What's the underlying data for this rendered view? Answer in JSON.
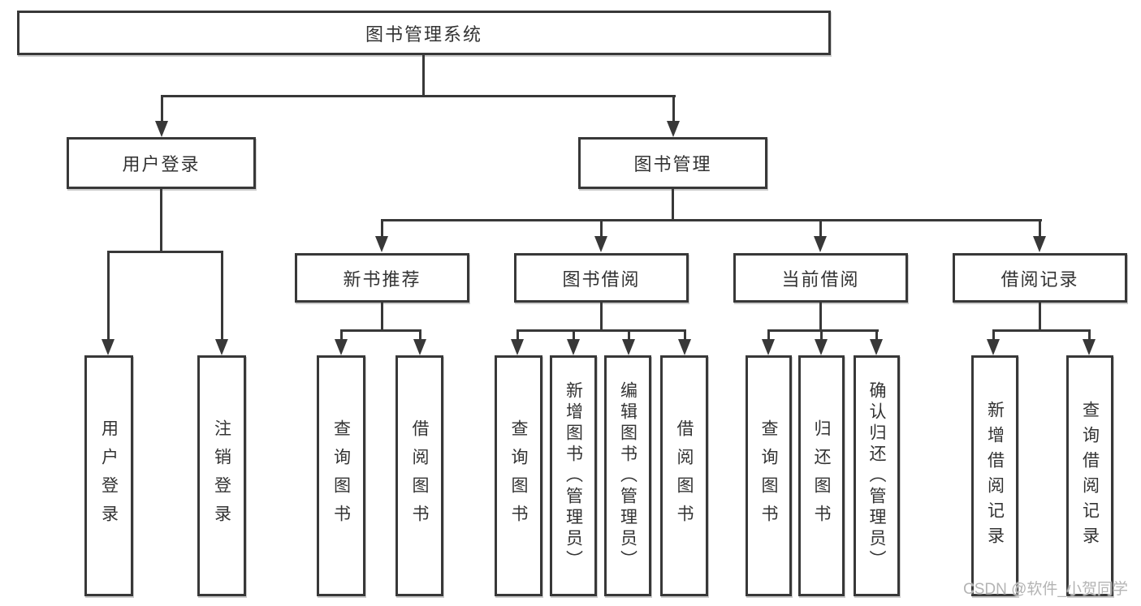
{
  "diagram": {
    "root": {
      "label": "图书管理系统"
    },
    "level1": [
      {
        "label": "用户登录"
      },
      {
        "label": "图书管理"
      }
    ],
    "level2": [
      {
        "label": "新书推荐"
      },
      {
        "label": "图书借阅"
      },
      {
        "label": "当前借阅"
      },
      {
        "label": "借阅记录"
      }
    ],
    "leaves": {
      "user_login": [
        "用户登录",
        "注销登录"
      ],
      "new_book": [
        "查询图书",
        "借阅图书"
      ],
      "book_borrow": [
        "查询图书",
        "新增图书（管理员）",
        "编辑图书（管理员）",
        "借阅图书"
      ],
      "current_borrow": [
        "查询图书",
        "归还图书",
        "确认归还（管理员）"
      ],
      "borrow_record": [
        "新增借阅记录",
        "查询借阅记录"
      ]
    },
    "watermark": "CSDN @软件_小贺同学",
    "colors": {
      "line": "#383838",
      "box_border": "#383838",
      "text": "#333333",
      "watermark": "#b4b4b4",
      "background": "#ffffff"
    }
  }
}
